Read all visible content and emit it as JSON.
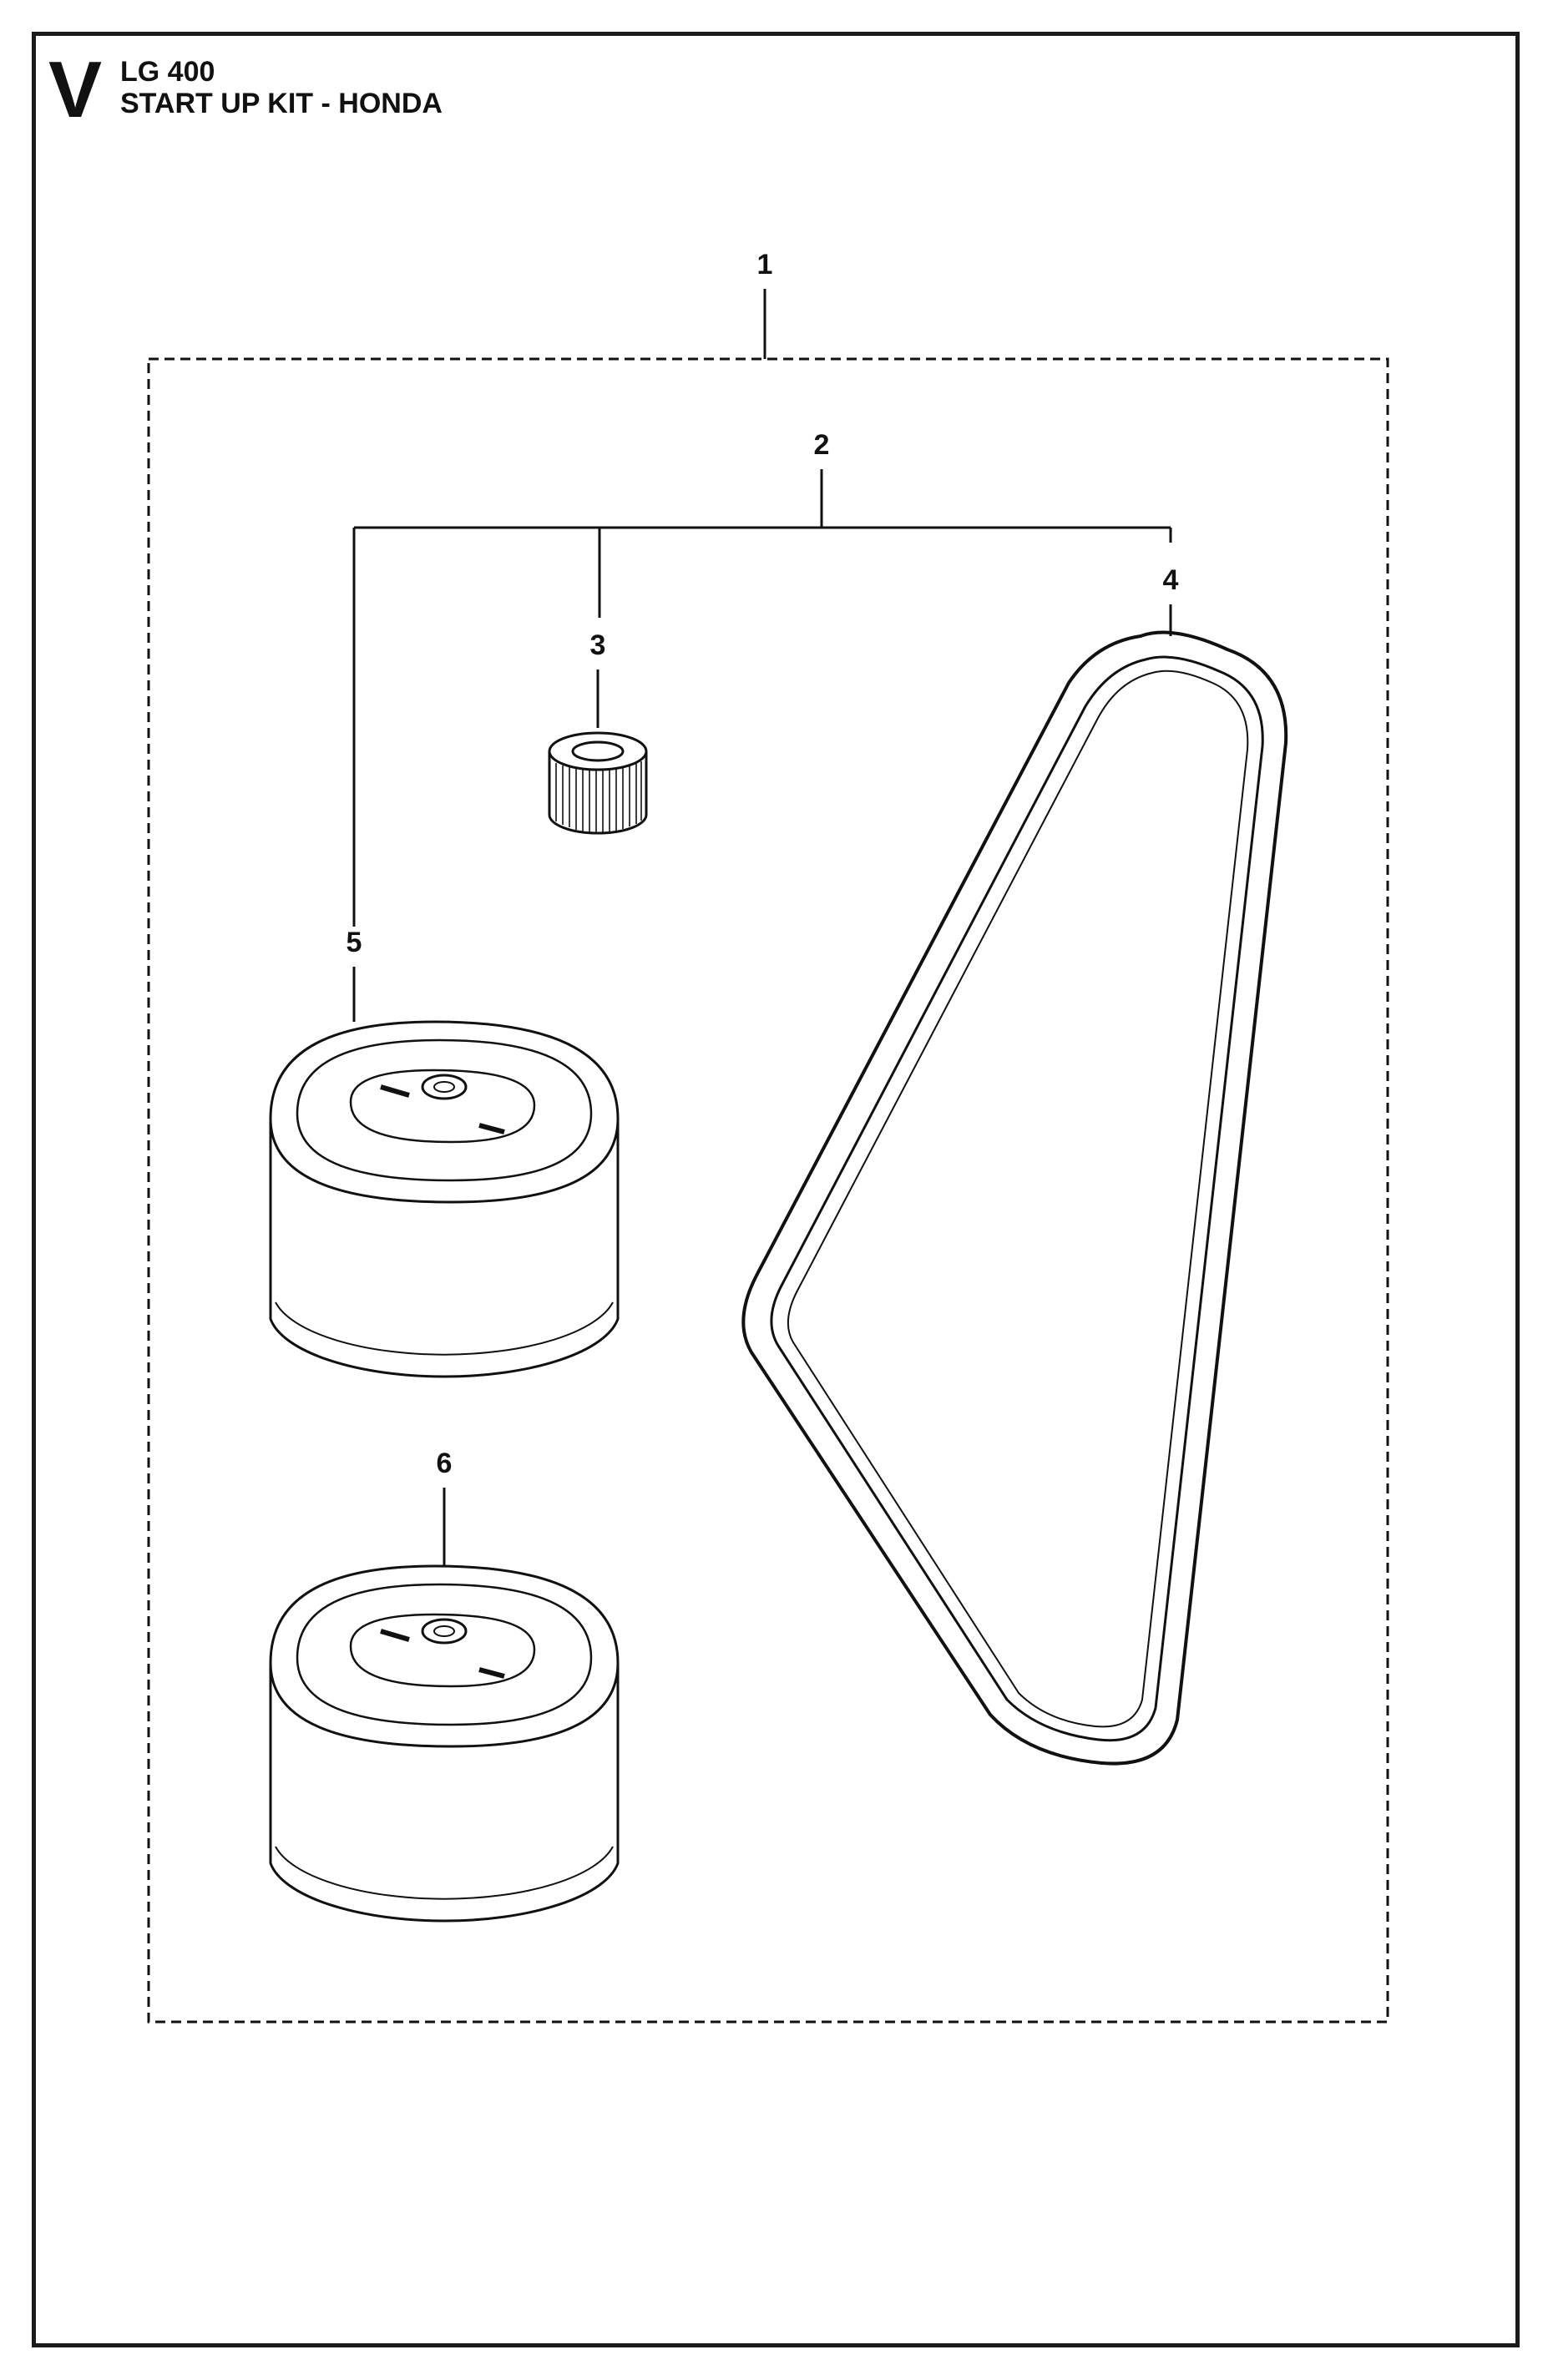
{
  "header": {
    "section_letter": "V",
    "model": "LG 400",
    "title": "START UP KIT - HONDA"
  },
  "callouts": [
    {
      "number": "1",
      "part_icon": "kit-group-boundary"
    },
    {
      "number": "2",
      "part_icon": "subkit-leader-bracket"
    },
    {
      "number": "3",
      "part_icon": "fuel-filter-icon"
    },
    {
      "number": "4",
      "part_icon": "drive-belt-icon"
    },
    {
      "number": "5",
      "part_icon": "air-filter-icon"
    },
    {
      "number": "6",
      "part_icon": "air-filter-icon"
    }
  ]
}
